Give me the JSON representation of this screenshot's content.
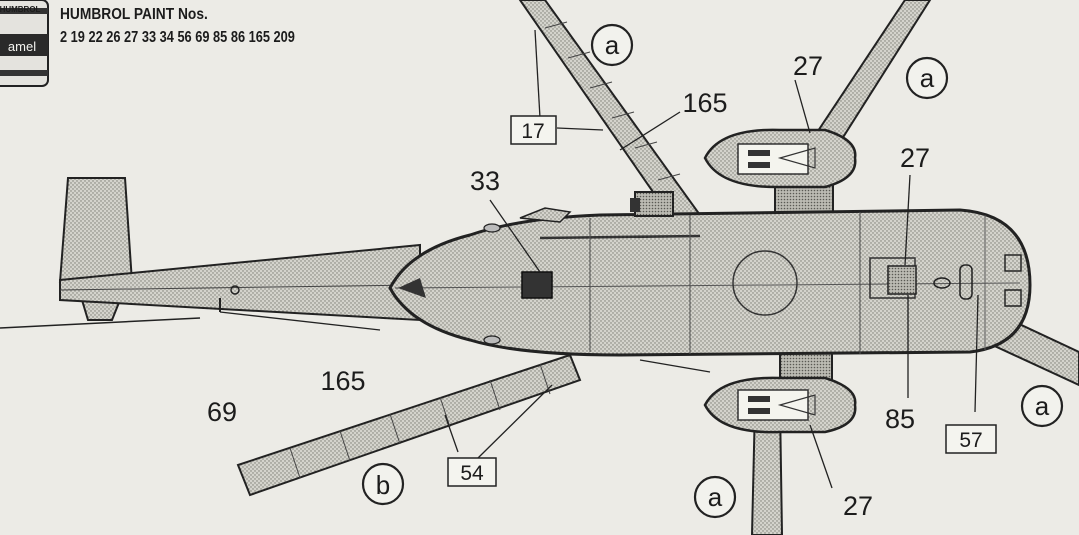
{
  "header": {
    "title": "HUMBROL PAINT Nos.",
    "paint_numbers": "2 19 22 26 27 33 34 56 69 85 86 165 209",
    "tin_text_top": "HUMBROL",
    "tin_text_bottom": "amel"
  },
  "callouts": {
    "c165_top": "165",
    "c27_top": "27",
    "c33": "33",
    "c27_right": "27",
    "c165_left": "165",
    "c69": "69",
    "c85": "85",
    "c27_bottom": "27"
  },
  "boxed_callouts": {
    "b17": "17",
    "b54": "54",
    "b57": "57"
  },
  "circled_labels": {
    "a_top": "a",
    "a_top_right": "a",
    "a_right": "a",
    "a_bottom": "a",
    "b_left": "b"
  }
}
